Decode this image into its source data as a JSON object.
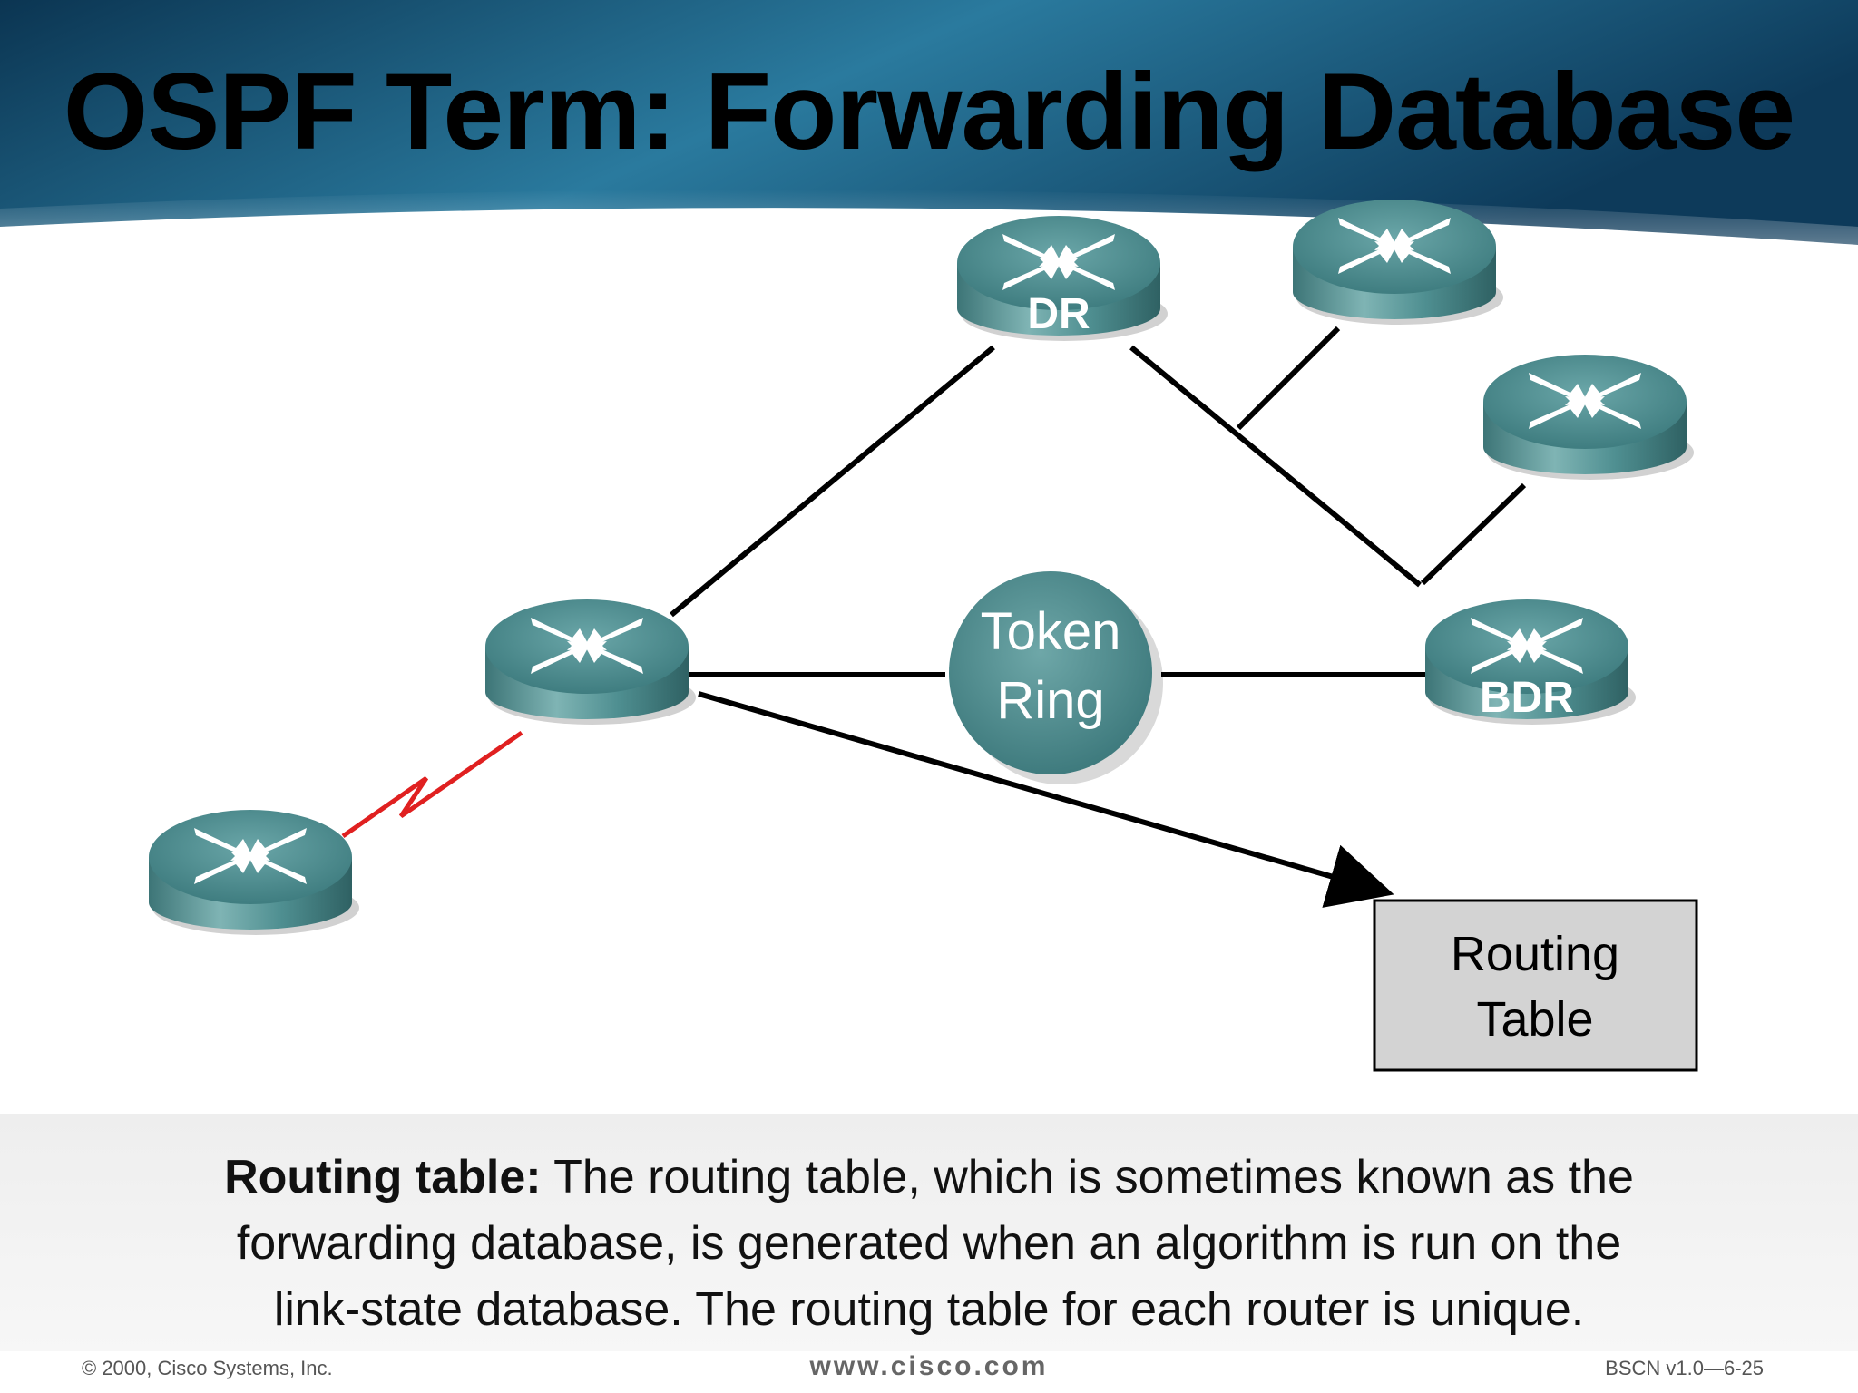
{
  "slide": {
    "title": "OSPF Term:  Forwarding Database",
    "colors": {
      "banner_dark": "#0b3552",
      "banner_light": "#2a7a9e",
      "router": "#4f8f91",
      "wan_link": "#e02020",
      "table_fill": "#d3d3d3"
    }
  },
  "diagram": {
    "routers": [
      {
        "id": "router-dr",
        "label": "DR",
        "icon": "router-icon"
      },
      {
        "id": "router-top-right",
        "label": "",
        "icon": "router-icon"
      },
      {
        "id": "router-right",
        "label": "",
        "icon": "router-icon"
      },
      {
        "id": "router-center-left",
        "label": "",
        "icon": "router-icon"
      },
      {
        "id": "router-bdr",
        "label": "BDR",
        "icon": "router-icon"
      },
      {
        "id": "router-remote",
        "label": "",
        "icon": "router-icon"
      }
    ],
    "token_ring": {
      "line1": "Token",
      "line2": "Ring"
    },
    "routing_table": {
      "line1": "Routing",
      "line2": "Table"
    }
  },
  "caption": {
    "term": "Routing table:",
    "line1": " The routing table, which is sometimes known as the",
    "line2": "forwarding database, is generated when an algorithm is run on the",
    "line3": "link-state database. The routing table for each router is unique."
  },
  "footer": {
    "copyright": "© 2000, Cisco Systems, Inc.",
    "website": "www.cisco.com",
    "code": "BSCN v1.0—6-25"
  }
}
